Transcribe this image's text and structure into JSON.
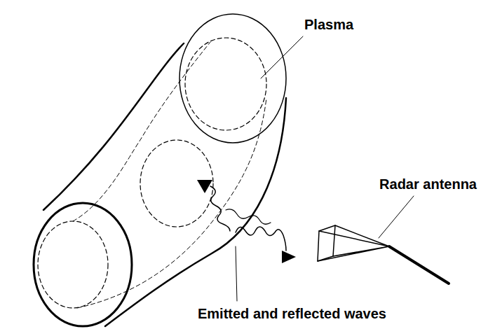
{
  "diagram": {
    "labels": [
      "Plasma",
      "Radar antenna",
      "Emitted and reflected waves"
    ]
  }
}
